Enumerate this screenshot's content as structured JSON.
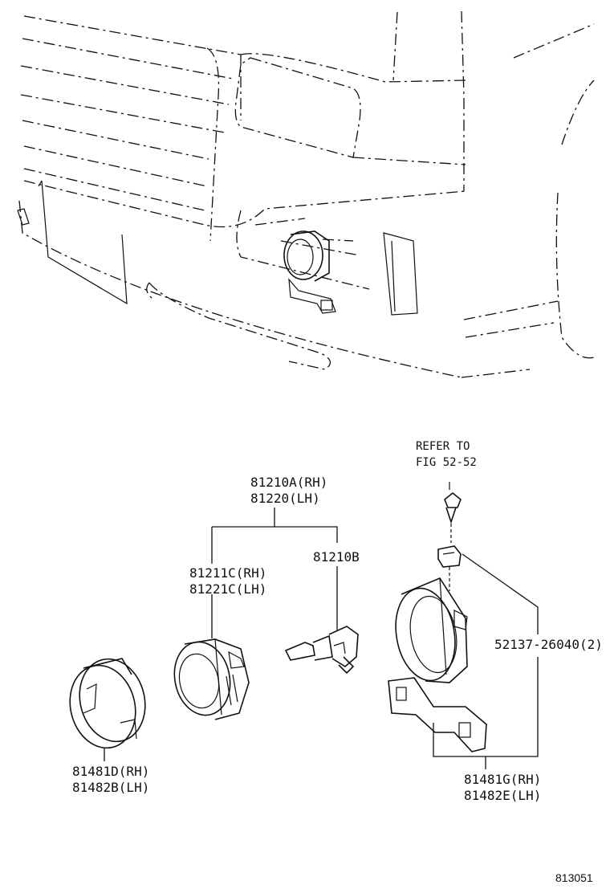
{
  "parts": {
    "fog_lamp_assy": {
      "rh": "81210A(RH)",
      "lh": "81220(LH)"
    },
    "lens_body": {
      "rh": "81211C(RH)",
      "lh": "81221C(LH)"
    },
    "bulb": {
      "number": "81210B"
    },
    "cover": {
      "rh": "81481D(RH)",
      "lh": "81482B(LH)"
    },
    "bracket": {
      "rh": "81481G(RH)",
      "lh": "81482E(LH)"
    },
    "nut": {
      "number": "52137-26040(2)"
    }
  },
  "refer": {
    "line1": "REFER TO",
    "line2": "FIG 52-52"
  },
  "figure_number": "813051"
}
